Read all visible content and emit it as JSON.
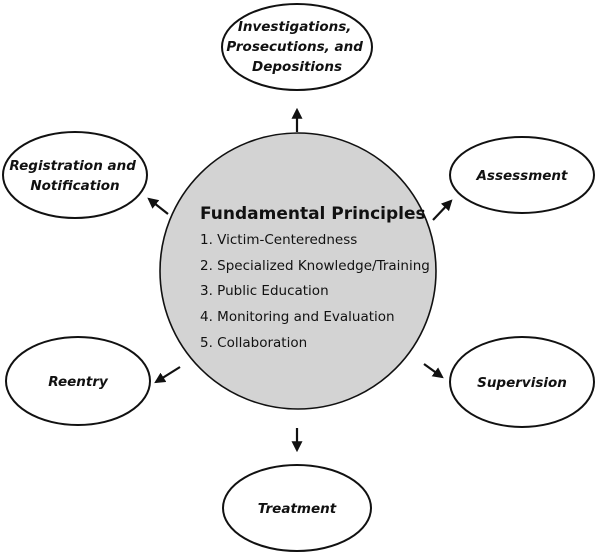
{
  "center": {
    "title": "Fundamental Principles",
    "items": [
      "1. Victim-Centeredness",
      "2.  Specialized Knowledge/Training",
      "3.  Public Education",
      "4.  Monitoring and Evaluation",
      "5.  Collaboration"
    ]
  },
  "nodes": {
    "investigations": [
      "Investigations,",
      "Prosecutions, and",
      "Depositions"
    ],
    "assessment": [
      "Assessment"
    ],
    "supervision": [
      "Supervision"
    ],
    "treatment": [
      "Treatment"
    ],
    "reentry": [
      "Reentry"
    ],
    "registration": [
      "Registration and",
      "Notification"
    ]
  },
  "colors": {
    "center_fill": "#d3d3d3",
    "stroke": "#111111",
    "node_fill": "#ffffff"
  }
}
